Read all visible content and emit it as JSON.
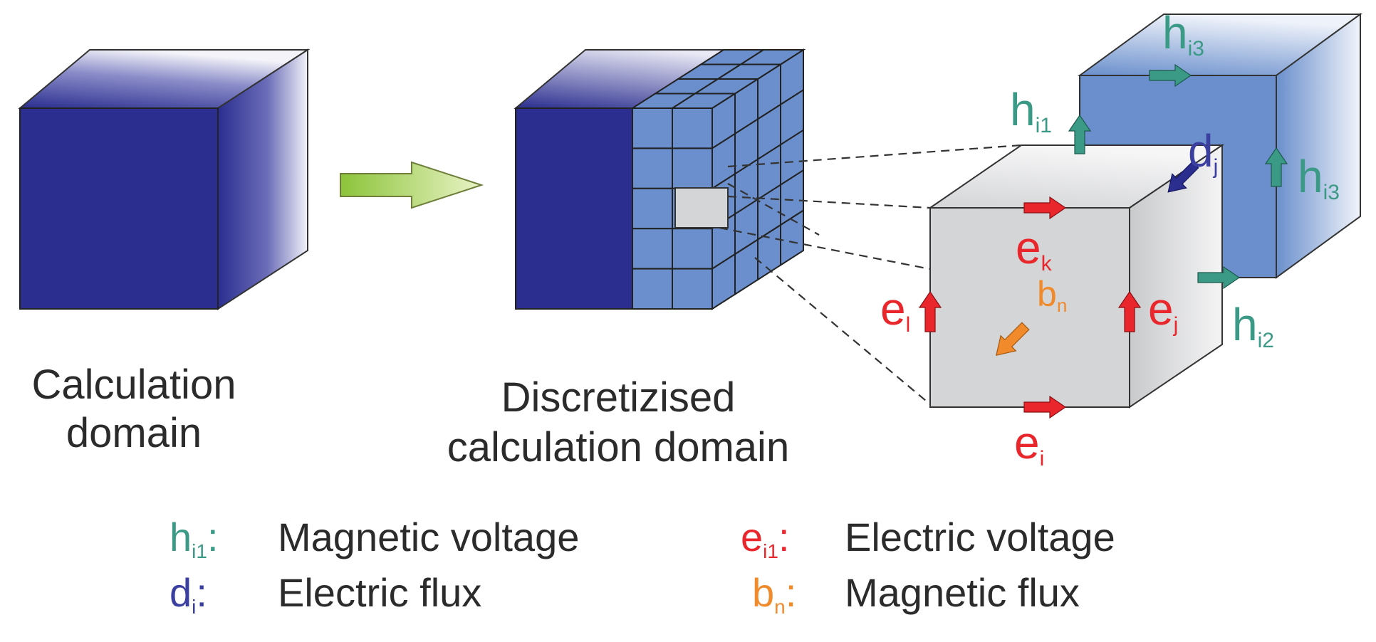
{
  "labels": {
    "calc_domain_line1": "Calculation",
    "calc_domain_line2": "domain",
    "discretized_line1": "Discretizised",
    "discretized_line2": "calculation domain"
  },
  "symbols": {
    "h": "h",
    "e": "e",
    "d": "d",
    "b": "b",
    "i1": "i1",
    "i2": "i2",
    "i3": "i3",
    "i": "i",
    "j": "j",
    "k": "k",
    "l": "l",
    "n": "n"
  },
  "legend": [
    {
      "symbol": "h",
      "sub": "i1",
      "colon": ":",
      "text": "Magnetic voltage",
      "color": "#3a9a86"
    },
    {
      "symbol": "e",
      "sub": "i1",
      "colon": ":",
      "text": "Electric voltage",
      "color": "#e8262b"
    },
    {
      "symbol": "d",
      "sub": "i",
      "colon": ":",
      "text": "Electric flux",
      "color": "#3a3fa0"
    },
    {
      "symbol": "b",
      "sub": "n",
      "colon": ":",
      "text": "Magnetic flux",
      "color": "#f08a2a"
    }
  ],
  "colors": {
    "dark_blue": "#2b2e8f",
    "cell_blue": "#6a8fcc",
    "grey_face": "#d4d5d7",
    "electric_red": "#e8262b",
    "magnetic_teal": "#3a9a86",
    "electric_flux_blue": "#3a3fa0",
    "magnetic_flux_orange": "#f08a2a",
    "arrow_green": "#a6cf3a"
  }
}
